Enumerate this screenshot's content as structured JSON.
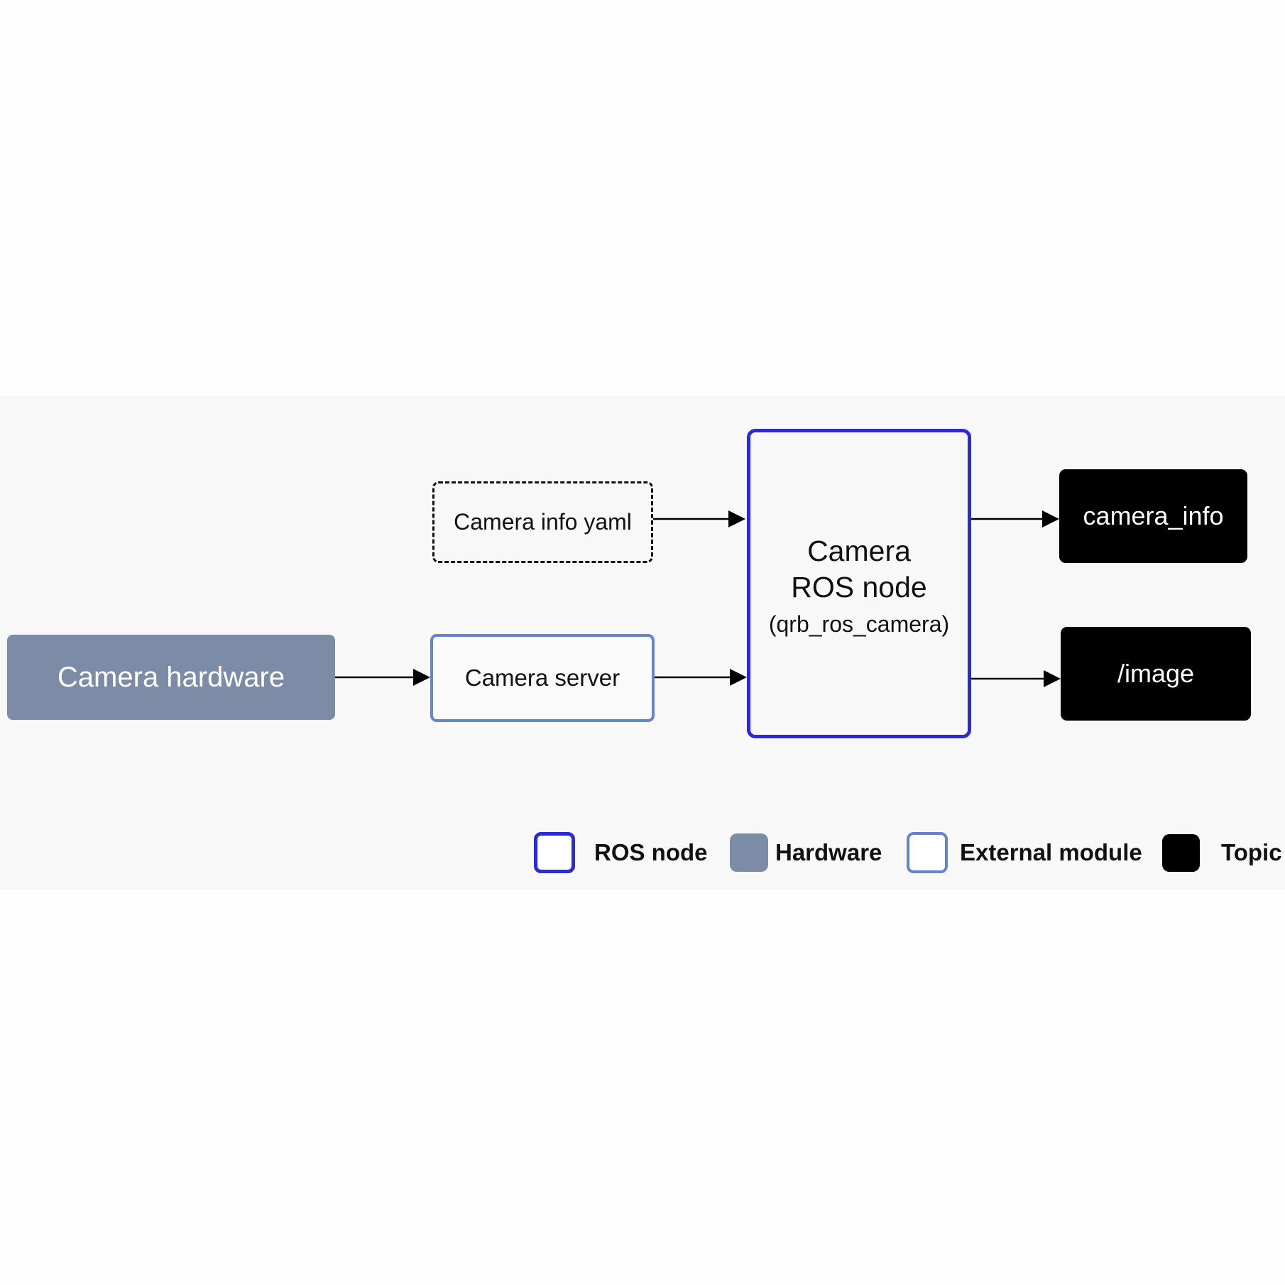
{
  "diagram": {
    "nodes": {
      "camera_hardware": "Camera hardware",
      "camera_server": "Camera server",
      "camera_info_yaml": "Camera info yaml",
      "ros_node_line1": "Camera",
      "ros_node_line2": "ROS node",
      "ros_node_package": "(qrb_ros_camera)",
      "topic_camera_info": "camera_info",
      "topic_image": "/image"
    },
    "edges": [
      {
        "from": "Camera hardware",
        "to": "Camera server"
      },
      {
        "from": "Camera server",
        "to": "Camera ROS node"
      },
      {
        "from": "Camera info yaml",
        "to": "Camera ROS node"
      },
      {
        "from": "Camera ROS node",
        "to": "camera_info"
      },
      {
        "from": "Camera ROS node",
        "to": "/image"
      }
    ]
  },
  "legend": {
    "ros_node": "ROS node",
    "hardware": "Hardware",
    "external_module": "External module",
    "topic": "Topic"
  },
  "colors": {
    "ros_node_border": "#2a2adb",
    "hardware_fill": "#7c8ba6",
    "external_border": "#6883cd",
    "topic_fill": "#000000",
    "panel_background": "#f8f8f8"
  }
}
